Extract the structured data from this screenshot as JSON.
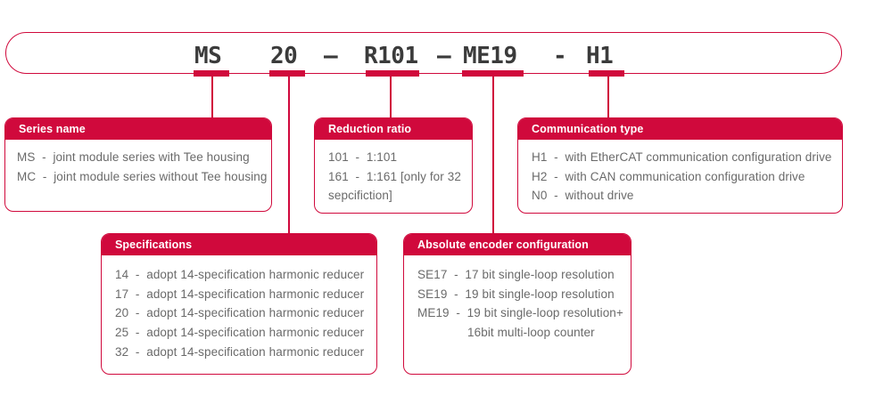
{
  "colors": {
    "accent": "#d0093c",
    "code_text": "#3b3b3b",
    "body_text": "#6a6a6a",
    "header_text": "#ffffff"
  },
  "code": {
    "segments": [
      {
        "text": "MS",
        "field": true
      },
      {
        "text": "20",
        "field": true
      },
      {
        "text": "–",
        "field": false
      },
      {
        "text": "R101",
        "field": true
      },
      {
        "text": "–",
        "field": false
      },
      {
        "text": "ME19",
        "field": true
      },
      {
        "text": "-",
        "field": false
      },
      {
        "text": "H1",
        "field": true
      }
    ]
  },
  "boxes": [
    {
      "id": "series",
      "title": "Series name",
      "items": [
        [
          "MS  -  joint module series with Tee housing"
        ],
        [
          "MC  -  joint module series without Tee housing"
        ]
      ]
    },
    {
      "id": "reduction",
      "title": "Reduction ratio",
      "items": [
        [
          "101  -  1:101"
        ],
        [
          "161  -  1:161 [only for 32",
          "sepcifiction]"
        ]
      ]
    },
    {
      "id": "communication",
      "title": "Communication type",
      "items": [
        [
          "H1  -  with EtherCAT communication configuration drive"
        ],
        [
          "H2  -  with CAN communication configuration drive"
        ],
        [
          "N0  -  without drive"
        ]
      ]
    },
    {
      "id": "specifications",
      "title": "Specifications",
      "items": [
        [
          "14  -  adopt 14-specification harmonic reducer"
        ],
        [
          "17  -  adopt 14-specification harmonic reducer"
        ],
        [
          "20  -  adopt 14-specification harmonic reducer"
        ],
        [
          "25  -  adopt 14-specification harmonic reducer"
        ],
        [
          "32  -  adopt 14-specification harmonic reducer"
        ]
      ]
    },
    {
      "id": "encoder",
      "title": "Absolute encoder configuration",
      "items": [
        [
          "SE17  -  17 bit single-loop resolution"
        ],
        [
          "SE19  -  19 bit single-loop resolution"
        ],
        [
          "ME19  -  19 bit single-loop resolution+",
          "16bit multi-loop counter"
        ]
      ]
    }
  ]
}
